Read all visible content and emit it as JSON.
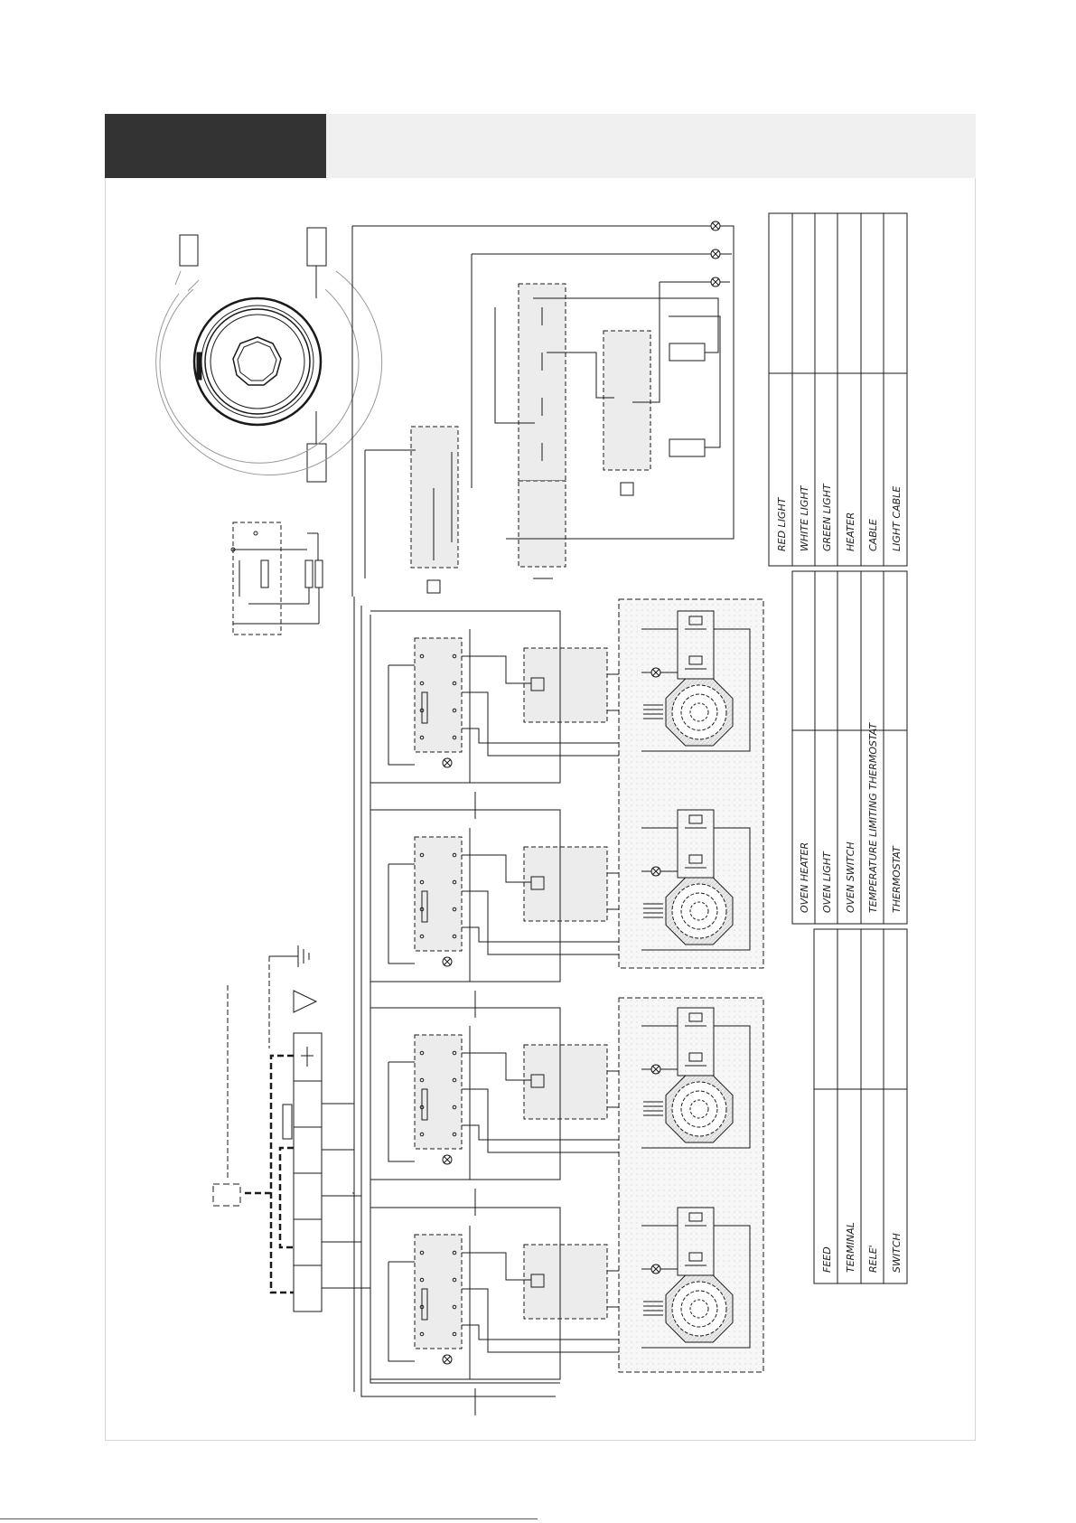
{
  "legend": {
    "lights": [
      "RED LIGHT",
      "WHITE LIGHT",
      "GREEN LIGHT",
      "HEATER",
      "CABLE",
      "LIGHT CABLE"
    ],
    "oven": [
      "OVEN HEATER",
      "OVEN LIGHT",
      "OVEN SWITCH",
      "TEMPERATURE LIMITING THERMOSTAT",
      "THERMOSTAT"
    ],
    "feed": [
      "FEED",
      "TERMINAL",
      "RELE'",
      "SWITCH"
    ]
  },
  "colors": {
    "line": "#1a1a1a",
    "panel": "#f0f0f0",
    "header": "#333333"
  }
}
